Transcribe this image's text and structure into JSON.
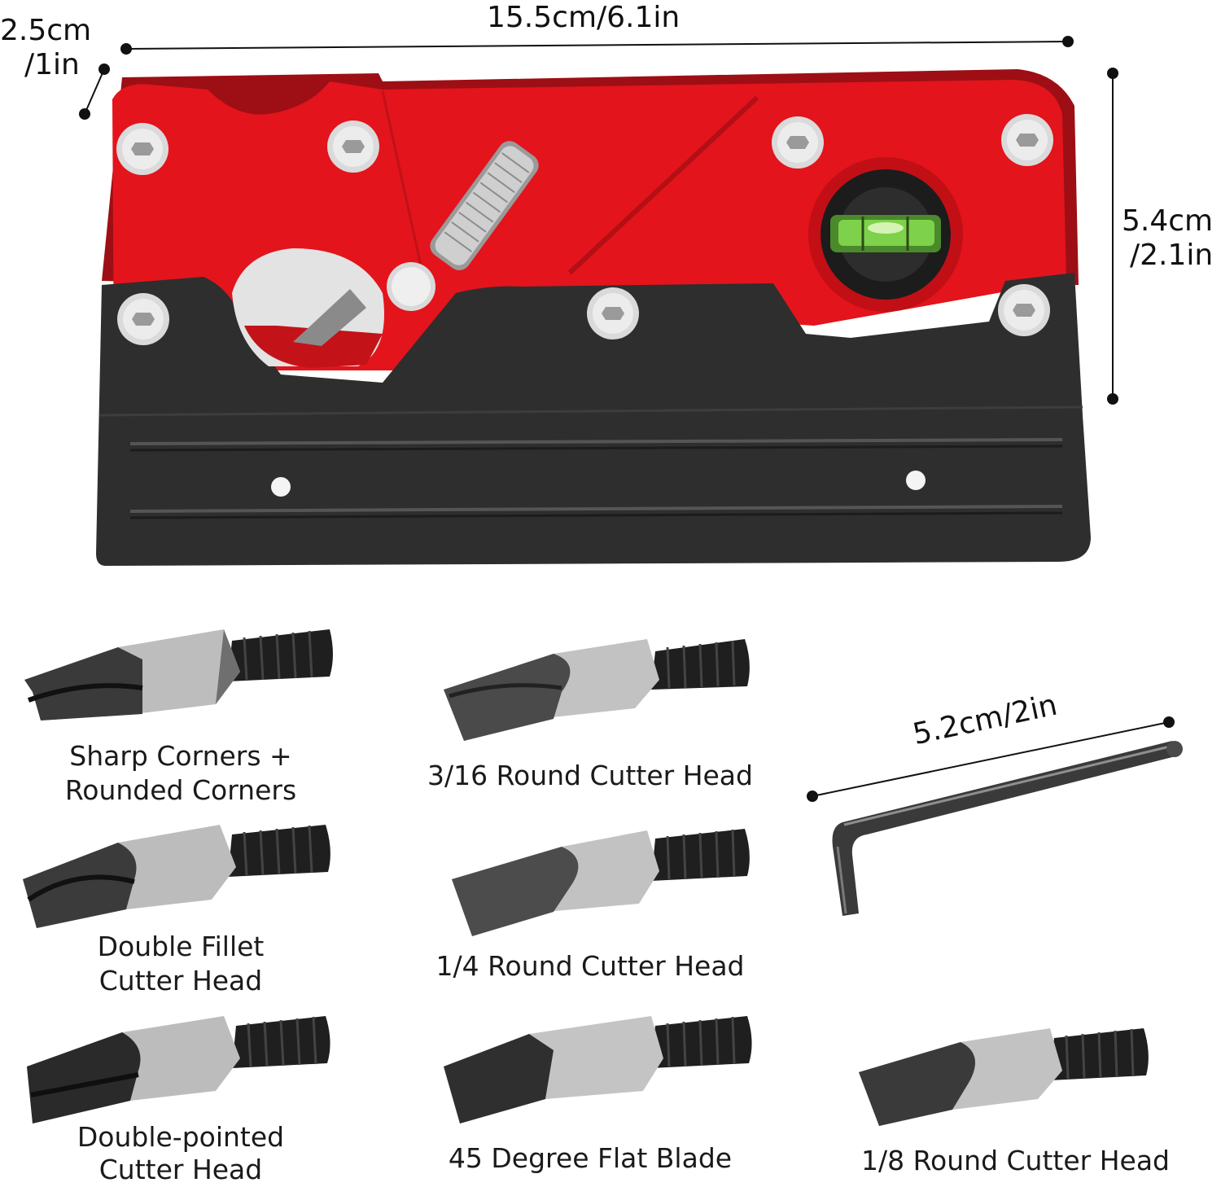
{
  "dimensions": {
    "length": "15.5cm/6.1in",
    "thickness_line1": "2.5cm",
    "thickness_line2": "/1in",
    "height_line1": "5.4cm",
    "height_line2": "/2.1in",
    "wrench": "5.2cm/2in"
  },
  "cutter_heads": [
    {
      "line1": "Sharp Corners +",
      "line2": "Rounded Corners"
    },
    {
      "line1": "3/16 Round Cutter Head",
      "line2": ""
    },
    {
      "line1": "Double Fillet",
      "line2": "Cutter Head"
    },
    {
      "line1": "1/4 Round Cutter Head",
      "line2": ""
    },
    {
      "line1": "Double-pointed",
      "line2": "Cutter Head"
    },
    {
      "line1": "45 Degree Flat Blade",
      "line2": ""
    },
    {
      "line1": "1/8 Round Cutter Head",
      "line2": ""
    }
  ],
  "colors": {
    "body_red": "#e3141c",
    "body_dark_red": "#a50c12",
    "base_black": "#2b2b2b",
    "steel": "#c9c9c9",
    "bubble_green": "#59c436"
  }
}
